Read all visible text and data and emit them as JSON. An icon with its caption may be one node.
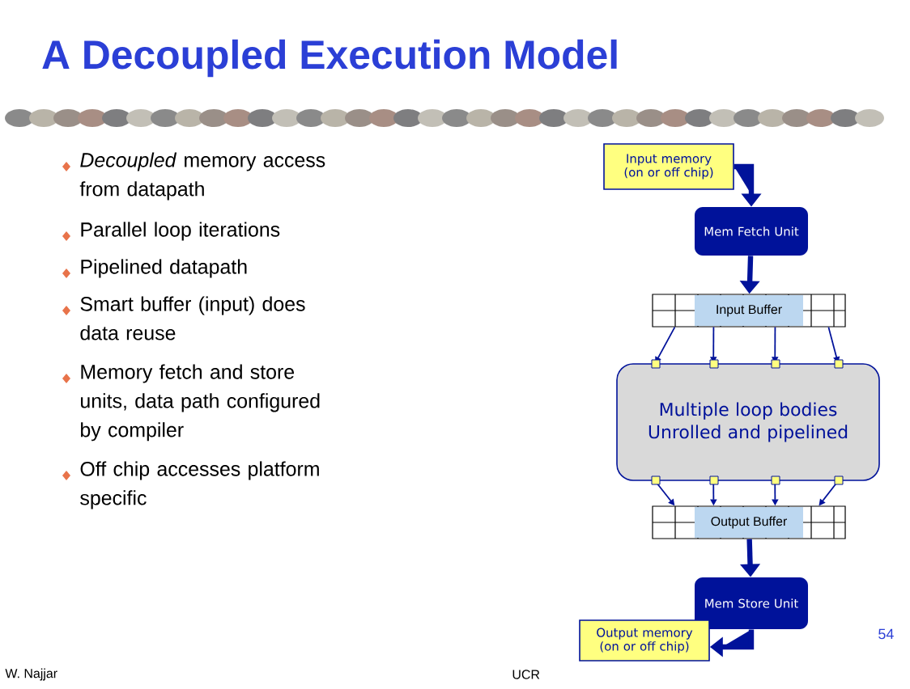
{
  "diagram": {
    "title": "A Decoupled Execution Model",
    "nodes": [
      {
        "text": [
          "Input memory (on or off chip)"
        ]
      },
      {
        "text": [
          "Mem Fetch Unit"
        ]
      },
      {
        "text": [
          "Input Buffer"
        ]
      },
      {
        "text": [
          "Multiple loop bodies Unrolled and pipelined"
        ]
      },
      {
        "text": [
          "Output Buffer"
        ]
      },
      {
        "text": [
          "Mem Store Unit"
        ]
      },
      {
        "text": [
          "Output memory (on or off chip)"
        ]
      }
    ],
    "edges": [
      {
        "from": 0,
        "to": 1,
        "arrow": "to",
        "style": "thick"
      },
      {
        "from": 1,
        "to": 2,
        "arrow": "to",
        "style": "thick"
      },
      {
        "from": 2,
        "to": 3,
        "arrow": "to"
      },
      {
        "from": 2,
        "to": 3,
        "arrow": "to"
      },
      {
        "from": 2,
        "to": 3,
        "arrow": "to"
      },
      {
        "from": 2,
        "to": 3,
        "arrow": "to"
      },
      {
        "from": 3,
        "to": 4,
        "arrow": "to"
      },
      {
        "from": 3,
        "to": 4,
        "arrow": "to"
      },
      {
        "from": 3,
        "to": 4,
        "arrow": "to"
      },
      {
        "from": 3,
        "to": 4,
        "arrow": "to"
      },
      {
        "from": 4,
        "to": 5,
        "arrow": "to",
        "style": "thick"
      },
      {
        "from": 5,
        "to": 6,
        "arrow": "to",
        "style": "thick"
      }
    ],
    "labels": [
      "*Decoupled* memory access from datapath",
      "Parallel loop iterations",
      "Pipelined datapath",
      "Smart buffer (input) does data reuse",
      "Memory fetch and store units, data path configured by compiler",
      "Off chip accesses platform specific",
      "W. Najjar",
      "UCR",
      "54"
    ]
  }
}
